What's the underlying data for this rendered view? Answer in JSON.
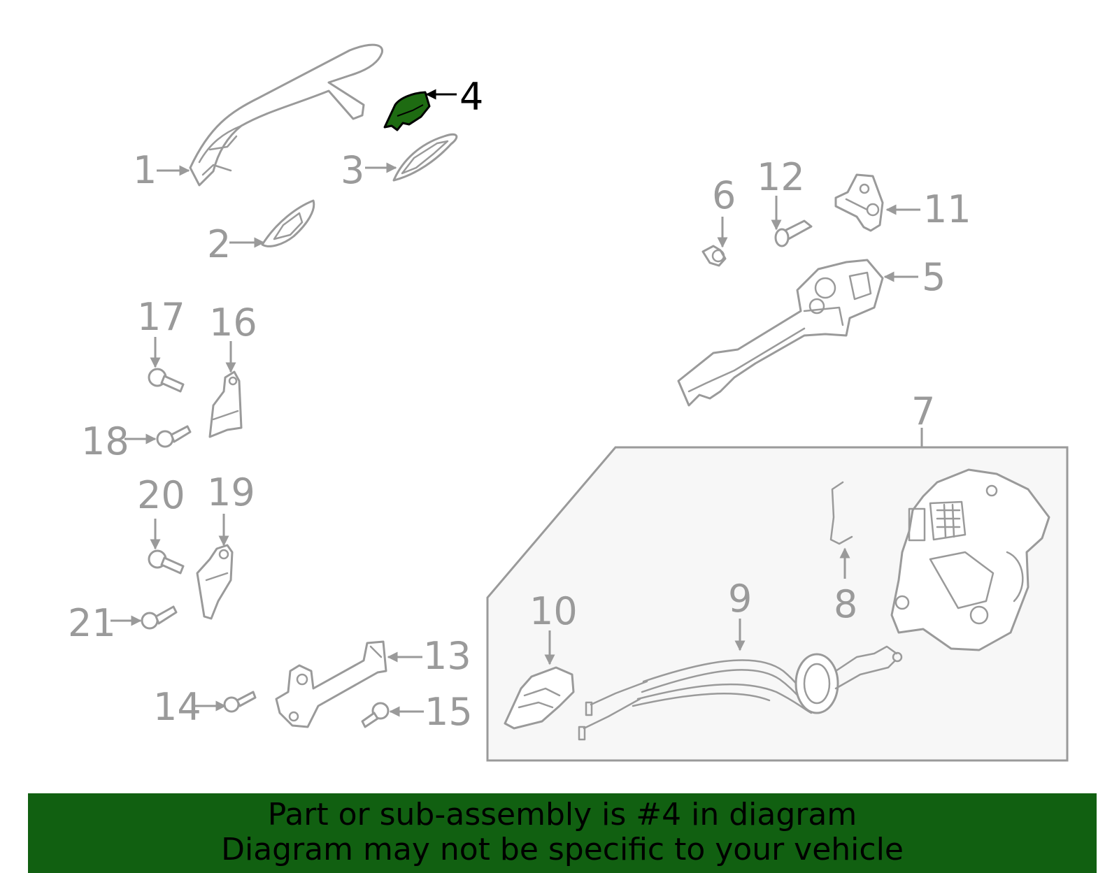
{
  "diagram": {
    "callouts": [
      "1",
      "2",
      "3",
      "4",
      "5",
      "6",
      "7",
      "8",
      "9",
      "10",
      "11",
      "12",
      "13",
      "14",
      "15",
      "16",
      "17",
      "18",
      "19",
      "20",
      "21"
    ],
    "highlighted_part": "4",
    "colors": {
      "highlight": "#1e6b12",
      "banner": "#116011",
      "line": "#9a9a9a",
      "box_fill": "#f7f7f7"
    }
  },
  "banner": {
    "line1": "Part or sub-assembly is #4 in diagram",
    "line2": "Diagram may not be specific to your vehicle"
  }
}
